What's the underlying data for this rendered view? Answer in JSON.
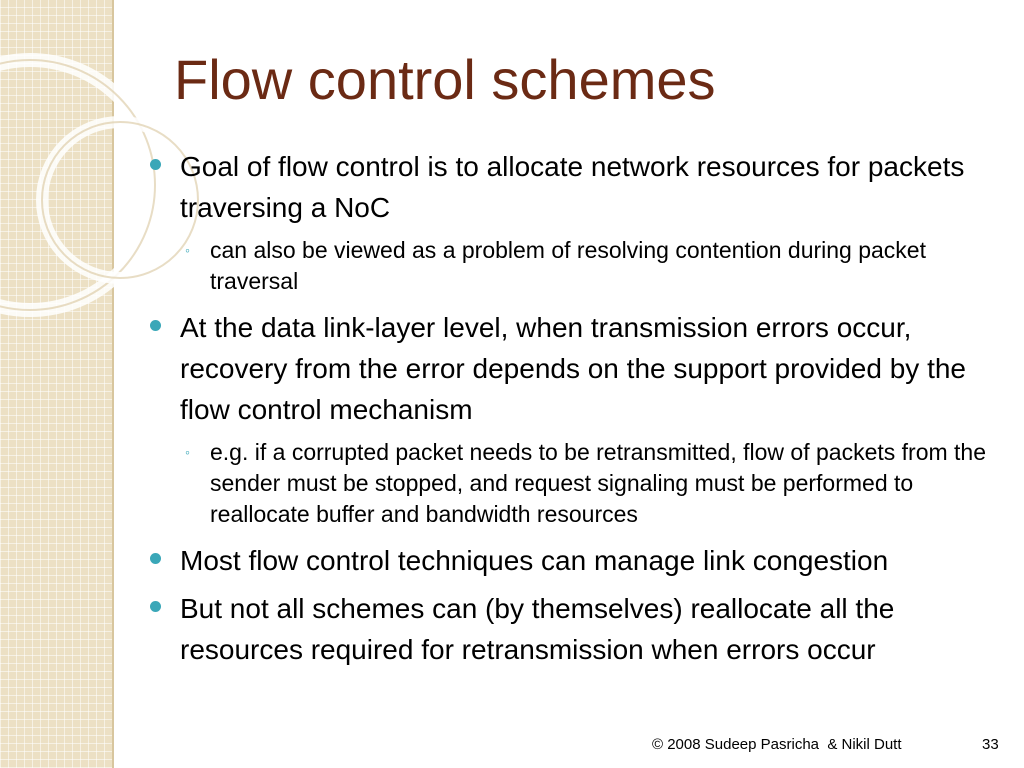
{
  "slide": {
    "title": "Flow control schemes",
    "bullets": [
      {
        "text": "Goal of flow control is to allocate network resources for packets traversing a NoC",
        "sub": "can also be viewed as a problem of resolving contention during packet traversal"
      },
      {
        "text": "At the data link-layer level, when transmission errors occur, recovery from the error depends on the support provided by the flow control mechanism",
        "sub": "e.g. if a corrupted packet needs to be retransmitted, flow of packets from the sender must be stopped, and request signaling must be performed to reallocate buffer and bandwidth resources"
      },
      {
        "text": "Most flow control techniques can manage link congestion"
      },
      {
        "text": "But not all schemes can (by themselves) reallocate all the resources required for retransmission when errors occur"
      }
    ],
    "footer": "© 2008 Sudeep Pasricha  & Nikil Dutt",
    "page_number": "33"
  },
  "colors": {
    "title": "#6b2a14",
    "bullet": "#3aa7b8",
    "sidebar": "#ece0c4"
  },
  "icons": {
    "level1_bullet": "filled-circle-bullet",
    "level2_bullet": "hollow-circle-bullet"
  }
}
